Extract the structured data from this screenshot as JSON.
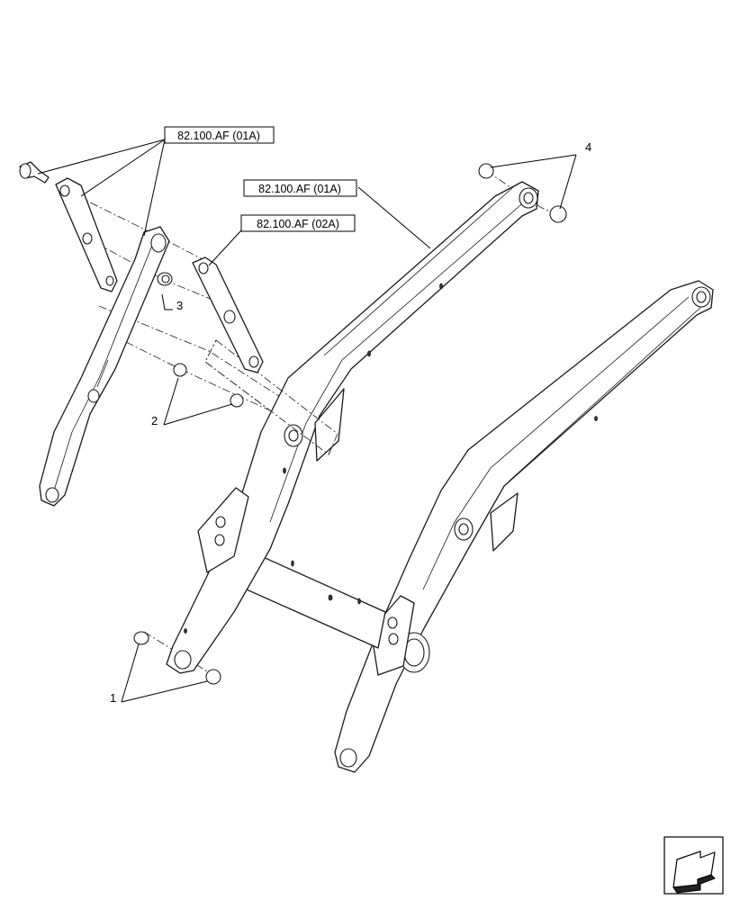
{
  "references": {
    "ref_top_left": "82.100.AF (01A)",
    "ref_boom": "82.100.AF (01A)",
    "ref_plate": "82.100.AF (02A)"
  },
  "callouts": {
    "c1": "1",
    "c2": "2",
    "c3": "3",
    "c4": "4"
  },
  "nav_icon": "next-page-arrow-icon"
}
